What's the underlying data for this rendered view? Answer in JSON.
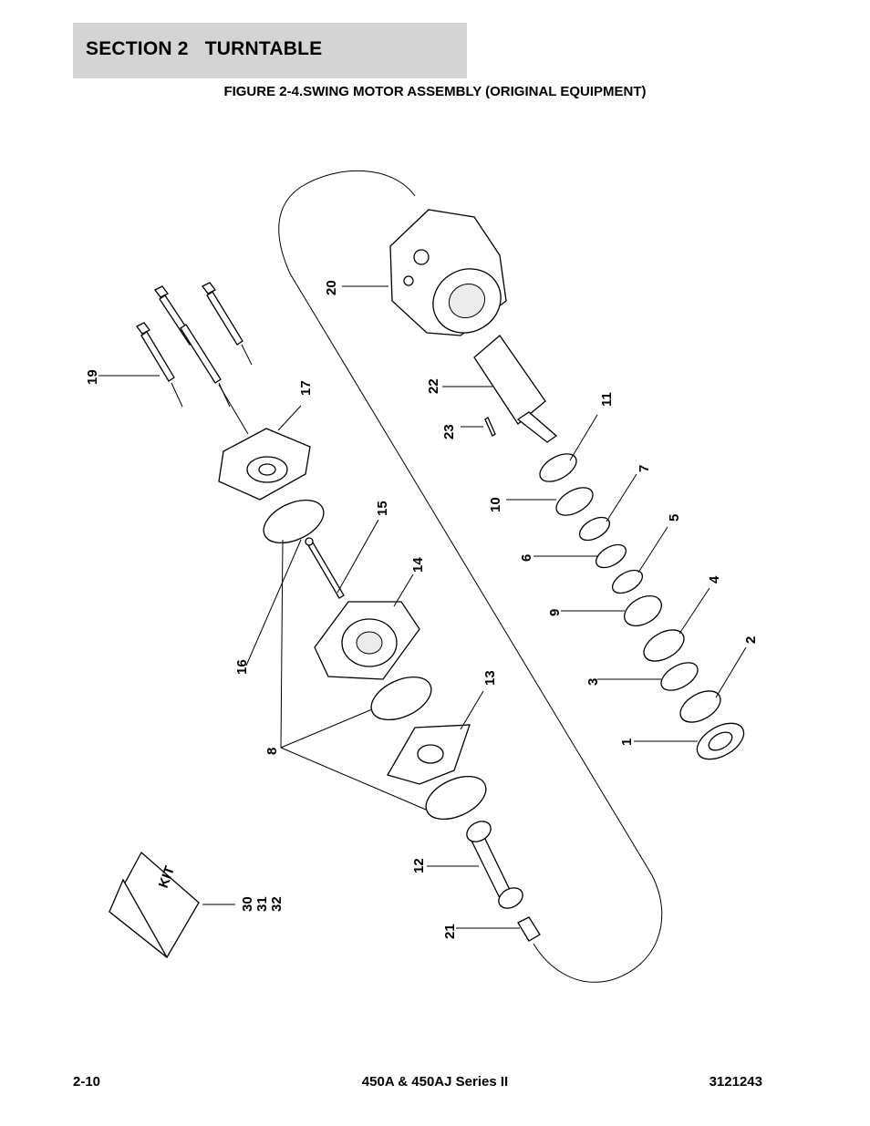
{
  "header": {
    "section_title": "SECTION 2   TURNTABLE",
    "figure_title": "FIGURE 2-4.SWING MOTOR ASSEMBLY (ORIGINAL EQUIPMENT)"
  },
  "diagram": {
    "callouts": [
      "1",
      "2",
      "3",
      "4",
      "5",
      "6",
      "7",
      "8",
      "9",
      "10",
      "11",
      "12",
      "13",
      "14",
      "15",
      "16",
      "17",
      "19",
      "20",
      "21",
      "22",
      "23",
      "30",
      "31",
      "32"
    ],
    "kit_label": "KIT"
  },
  "footer": {
    "page_number": "2-10",
    "model": "450A & 450AJ Series II",
    "doc_number": "3121243"
  }
}
